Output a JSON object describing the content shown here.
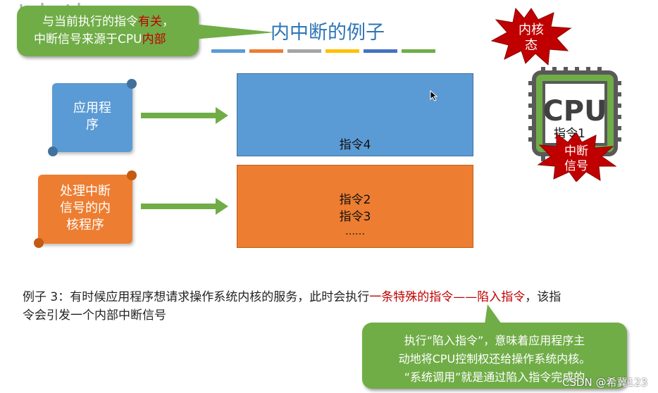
{
  "callout_top": {
    "line1_a": "与当前执行的指令",
    "line1_b": "有关",
    "line1_c": "，",
    "line2_a": "中断信号来源于CPU",
    "line2_b": "内部"
  },
  "title": "内中断的例子",
  "color_bars": [
    "#5b9bd5",
    "#ed7d31",
    "#a5a5a5",
    "#ffc000",
    "#4472c4",
    "#70ad47"
  ],
  "badge": {
    "line1": "内核",
    "line2": "态"
  },
  "scroll_app": {
    "line1": "应用程",
    "line2": "序"
  },
  "scroll_kernel": {
    "line1": "处理中断",
    "line2": "信号的内",
    "line3": "核程序"
  },
  "box_user": {
    "instr": "指令4"
  },
  "box_kernel": {
    "instr1": "指令2",
    "instr2": "指令3",
    "ellipsis": "……"
  },
  "cpu": {
    "label": "CPU",
    "instr": "指令1",
    "burst_line1": "中断",
    "burst_line2": "信号"
  },
  "example": {
    "p1_a": "例子 3：有时候应用程序想请求操作系统内核的服务，此时会执行",
    "p1_b": "一条特殊的指令——陷入指令",
    "p1_c": "，该指",
    "p2": "令会引发一个内部中断信号"
  },
  "callout_bottom": {
    "line1": "执行“陷入指令”，意味着应用程序主",
    "line2": "动地将CPU控制权还给操作系统内核。",
    "line3": "“系统调用”就是通过陷入指令完成的"
  },
  "watermark": "CSDN @希冀123",
  "colors": {
    "green": "#70ad47",
    "blue": "#5b9bd5",
    "orange": "#ed7d31",
    "red_text": "#c00000",
    "burst": "#c00000",
    "title": "#2e75b6"
  }
}
